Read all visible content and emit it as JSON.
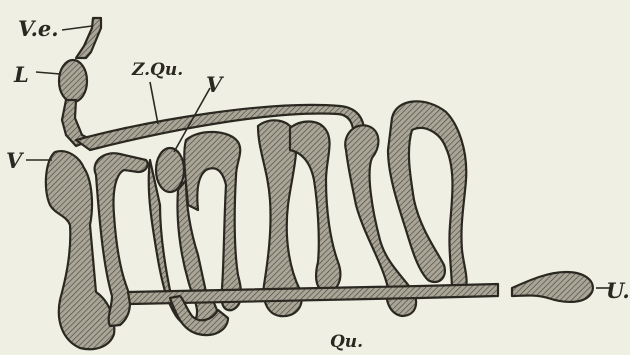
{
  "figure": {
    "labels": {
      "ve": "V.e.",
      "l": "L",
      "zqu": "Z.Qu.",
      "v_top": "V",
      "v_left": "V",
      "u": "U.",
      "qu": "Qu."
    }
  },
  "colors": {
    "background": "#efefe4",
    "ink": "#2a2820",
    "hatch_fill": "#8e8a7d"
  }
}
